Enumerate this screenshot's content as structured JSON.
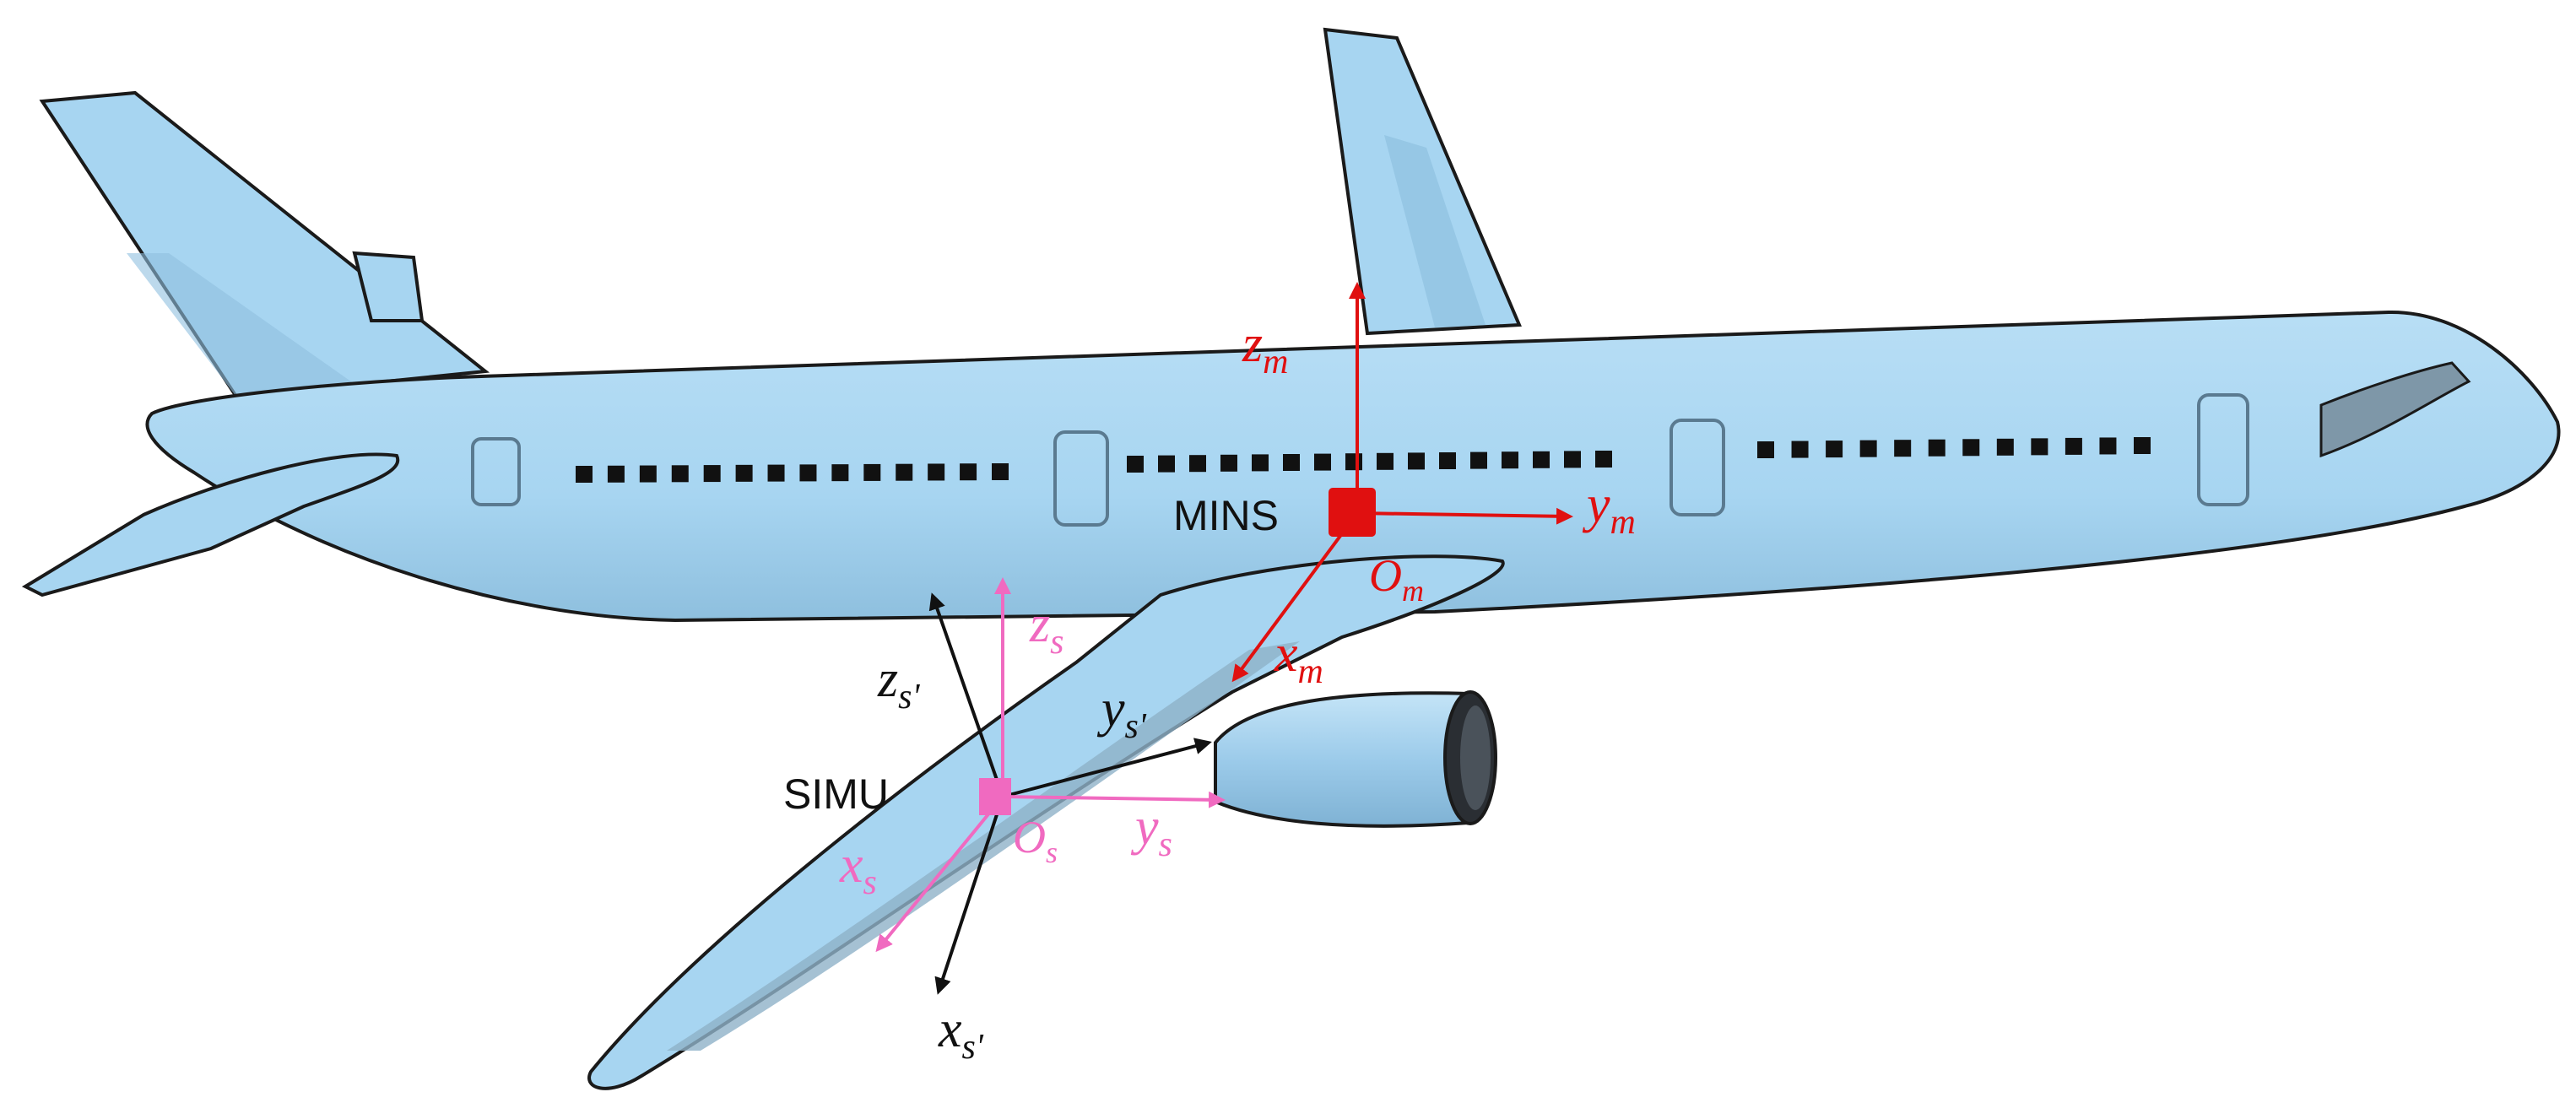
{
  "colors": {
    "fuselage": "#a7d5f1",
    "fuselage_shade": "#8fc0e0",
    "outline": "#1a1a1a",
    "window": "#111111",
    "cockpit": "#7e97a8",
    "engine_inner": "#2a2e33",
    "mins_frame": "#e01010",
    "simu_frame": "#f06ac0",
    "simu_prime_frame": "#111111"
  },
  "labels": {
    "mins": "MINS",
    "simu": "SIMU"
  },
  "mins_axes": {
    "z": {
      "main": "z",
      "sub": "m"
    },
    "y": {
      "main": "y",
      "sub": "m"
    },
    "x": {
      "main": "x",
      "sub": "m"
    },
    "origin": {
      "main": "O",
      "sub": "m"
    }
  },
  "simu_axes": {
    "z": {
      "main": "z",
      "sub": "s"
    },
    "y": {
      "main": "y",
      "sub": "s"
    },
    "x": {
      "main": "x",
      "sub": "s"
    },
    "origin": {
      "main": "O",
      "sub": "s"
    }
  },
  "simu_prime_axes": {
    "z": {
      "main": "z",
      "sub": "s'"
    },
    "y": {
      "main": "y",
      "sub": "s'"
    },
    "x": {
      "main": "x",
      "sub": "s'"
    }
  }
}
